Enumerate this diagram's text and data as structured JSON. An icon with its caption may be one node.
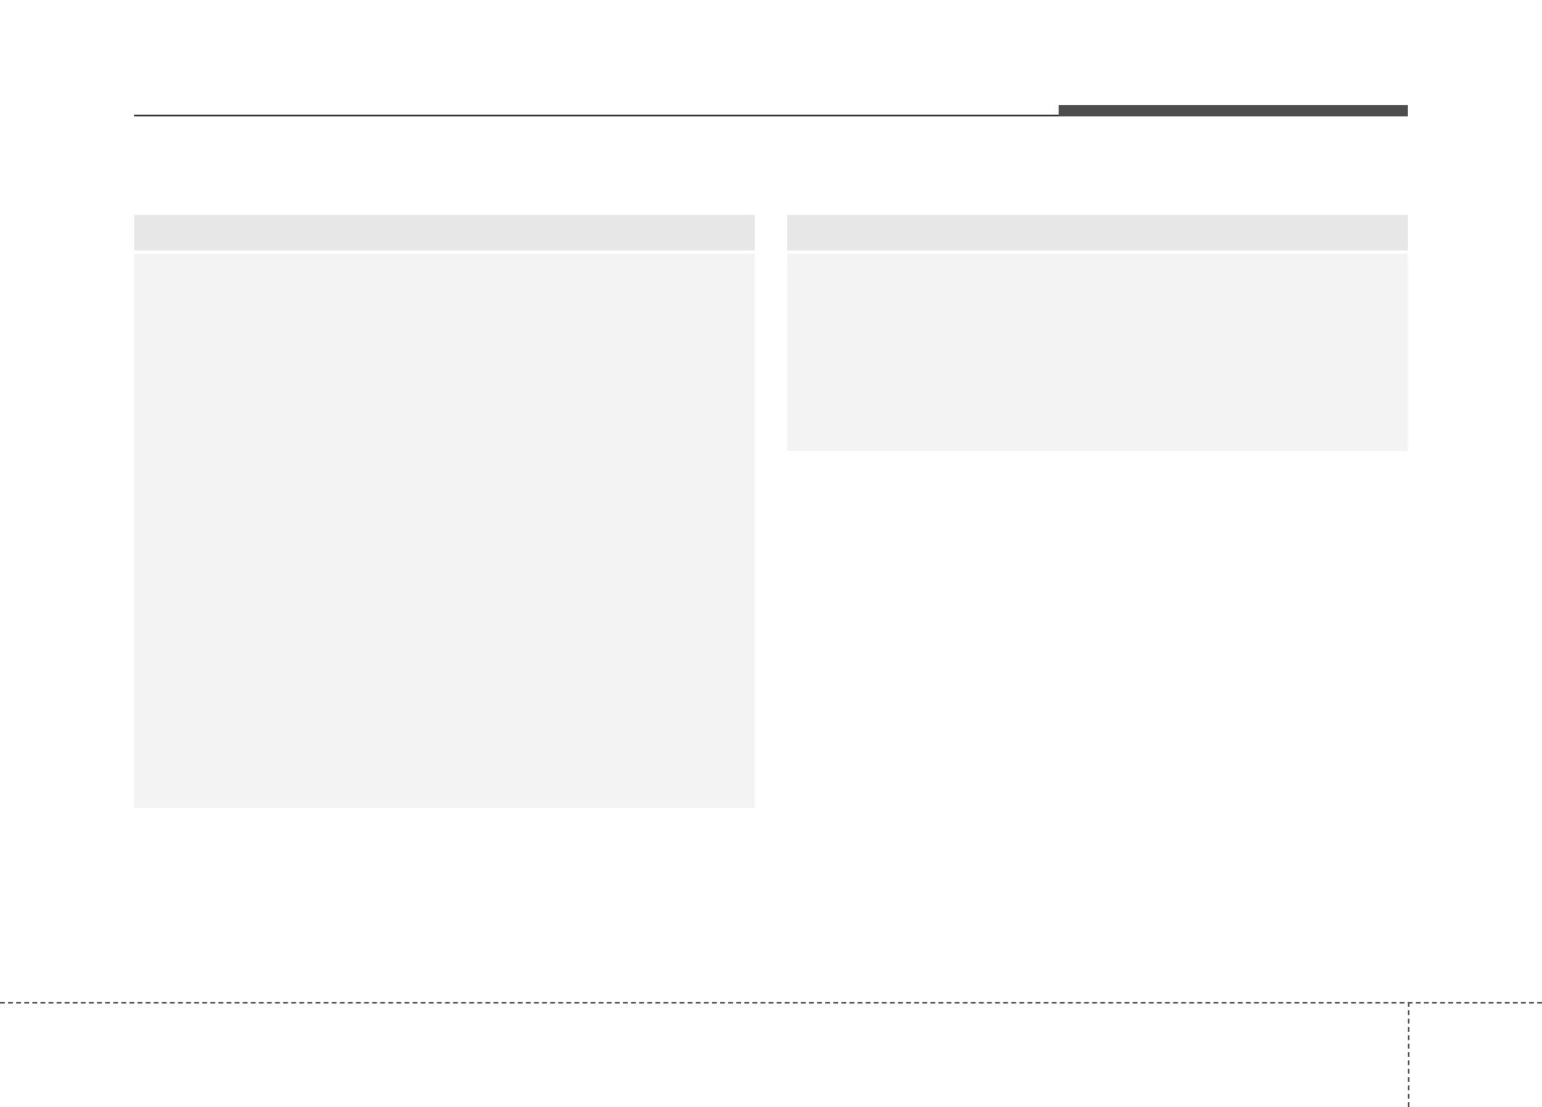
{
  "diagram": {
    "nodes": [
      {
        "text": [],
        "shape": "bar"
      },
      {
        "text": [],
        "shape": "box"
      },
      {
        "text": [],
        "shape": "bar"
      },
      {
        "text": [],
        "shape": "box"
      }
    ]
  }
}
